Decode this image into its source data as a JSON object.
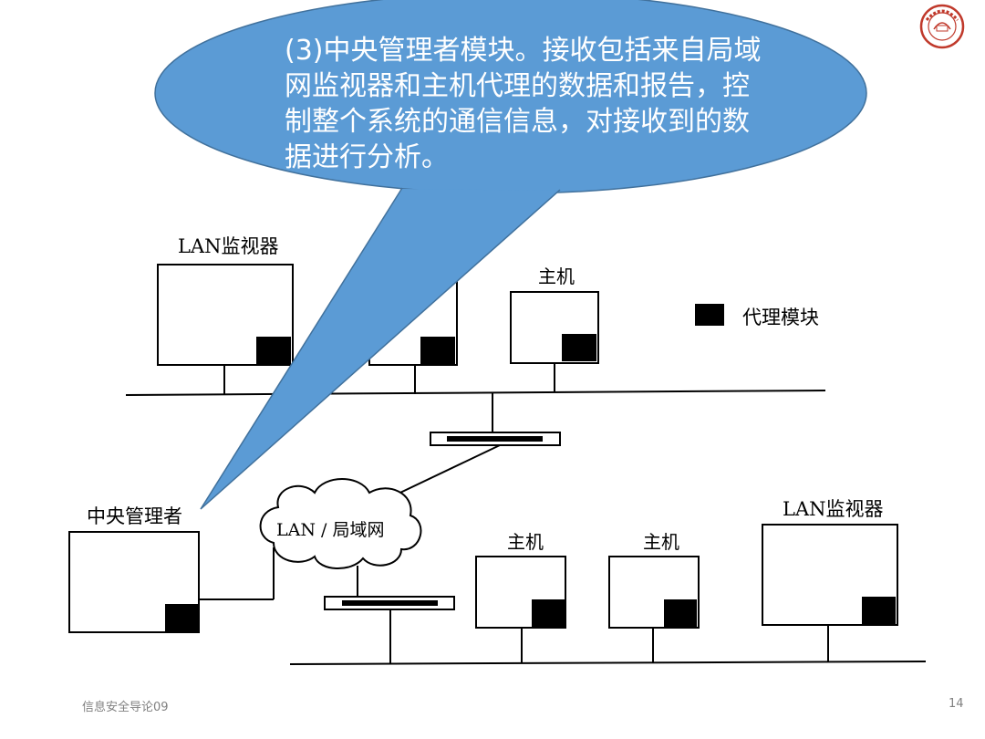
{
  "callout": {
    "lines": [
      "(3)中央管理者模块。接收包括来自局域",
      "网监视器和主机代理的数据和报告，控",
      "制整个系统的通信信息，对接收到的数",
      "据进行分析。"
    ]
  },
  "diagram": {
    "lan_monitor_top": "LAN监视器",
    "host_top": "主机",
    "legend_agent": "代理模块",
    "central_manager": "中央管理者",
    "cloud_label": "LAN / 局域网",
    "host_bottom_1": "主机",
    "host_bottom_2": "主机",
    "lan_monitor_bottom": "LAN监视器"
  },
  "footer": {
    "course": "信息安全导论09",
    "page_number": "14"
  },
  "colors": {
    "callout_fill": "#5b9bd5",
    "callout_stroke": "#41719c",
    "logo": "#c0392b"
  }
}
